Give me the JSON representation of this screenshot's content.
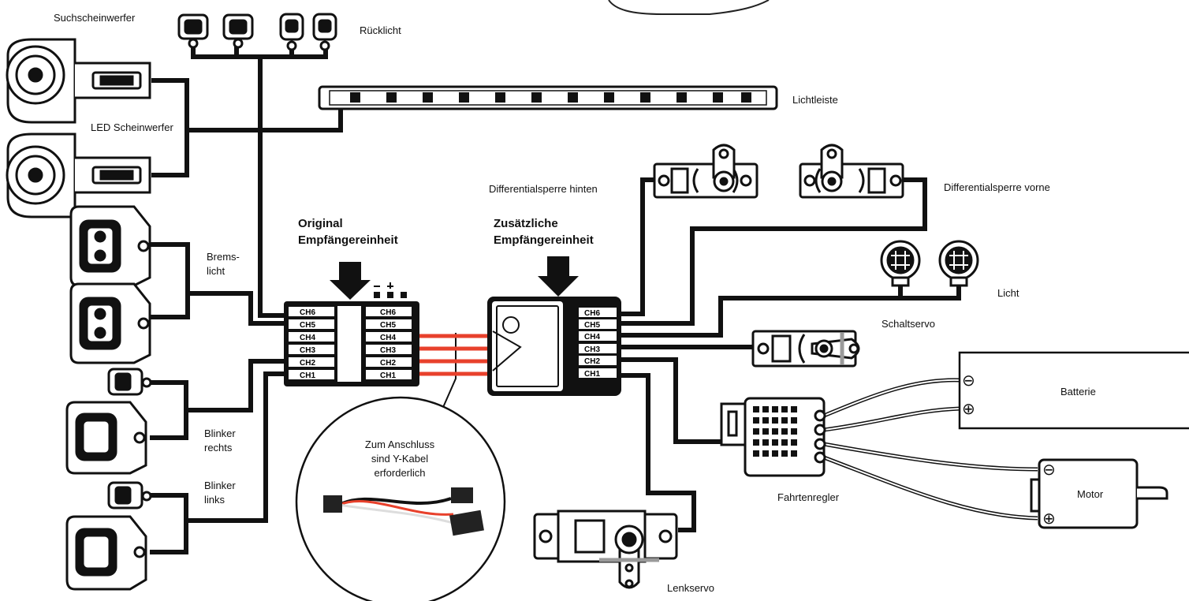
{
  "labels": {
    "suchscheinwerfer": "Suchscheinwerfer",
    "ruecklicht": "Rücklicht",
    "lichtleiste": "Lichtleiste",
    "led_scheinwerfer": "LED Scheinwerfer",
    "bremslicht": "Brems-\nlicht",
    "blinker_rechts": "Blinker\nrechts",
    "blinker_links": "Blinker\nlinks",
    "original_rx": "Original\nEmpfängereinheit",
    "extra_rx": "Zusätzliche\nEmpfängereinheit",
    "diff_hinten": "Differentialsperre hinten",
    "diff_vorne": "Differentialsperre vorne",
    "licht": "Licht",
    "schaltservo": "Schaltservo",
    "batterie": "Batterie",
    "motor": "Motor",
    "fahrtenregler": "Fahrtenregler",
    "lenkservo": "Lenkservo",
    "y_kabel_note": "Zum Anschluss\nsind Y-Kabel\nerforderlich"
  },
  "receiver_channels": [
    "CH6",
    "CH5",
    "CH4",
    "CH3",
    "CH2",
    "CH1"
  ],
  "polarity_symbols": {
    "minus": "⊖",
    "plus": "⊕"
  },
  "colors": {
    "y_cable": "#e8412c",
    "line": "#111111"
  }
}
